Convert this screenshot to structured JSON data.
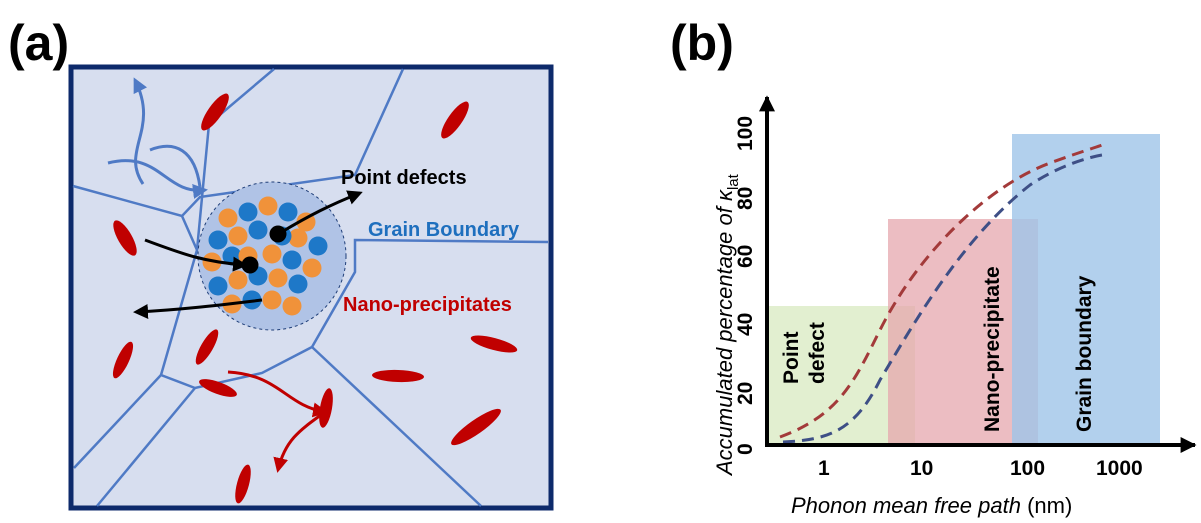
{
  "panel_a": {
    "label": "(a)",
    "labels": {
      "point_defects": "Point defects",
      "grain_boundary": "Grain Boundary",
      "nano_precipitates": "Nano-precipitates"
    }
  },
  "panel_b": {
    "label": "(b)",
    "y_axis_label_main": "Accumulated percentage of κ",
    "y_axis_label_sub": "lat",
    "x_axis_label_main": "Phonon mean free path",
    "x_axis_label_unit": " (nm)",
    "x_ticks": [
      "1",
      "10",
      "100",
      "1000"
    ],
    "y_ticks": [
      "0",
      "20",
      "40",
      "40",
      "60",
      "80",
      "100"
    ],
    "boxes": {
      "point_defect_line1": "Point",
      "point_defect_line2": "defect",
      "nano_precipitate": "Nano-precipitate",
      "grain_boundary": "Grain boundary"
    }
  },
  "colors": {
    "grain_fill": "#d7deef",
    "grain_line": "#4f7ac5",
    "frame": "#0d2a6b",
    "precipitate": "#c00000",
    "atom_orange": "#f0923a",
    "atom_blue": "#1e78c8",
    "green_box": "#e2efd0",
    "red_box": "#eeb3b8",
    "blue_box": "#abcbea",
    "curve_red": "#a33a3a",
    "curve_blue": "#3e4f86"
  }
}
